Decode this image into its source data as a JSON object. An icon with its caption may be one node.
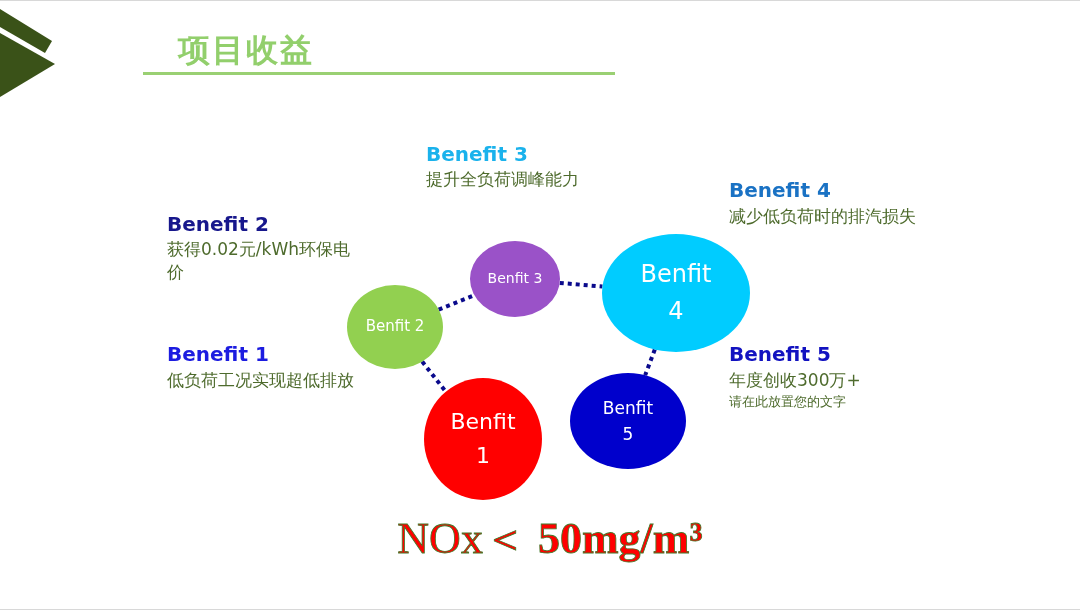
{
  "diagram": {
    "title": "项目收益",
    "nodes": [
      {
        "text": [
          "Benfit 1"
        ]
      },
      {
        "text": [
          "Benfit 2"
        ]
      },
      {
        "text": [
          "Benfit 3"
        ]
      },
      {
        "text": [
          "Benfit 4"
        ]
      },
      {
        "text": [
          "Benfit 5"
        ]
      }
    ],
    "edges": [
      {
        "from": 1,
        "to": 0,
        "arrow": "none",
        "style": "dashed"
      },
      {
        "from": 1,
        "to": 2,
        "arrow": "none",
        "style": "dashed"
      },
      {
        "from": 2,
        "to": 3,
        "arrow": "none",
        "style": "dashed"
      },
      {
        "from": 3,
        "to": 4,
        "arrow": "none",
        "style": "dashed"
      }
    ],
    "labels": [
      "Benefit 3",
      "提升全负荷调峰能力",
      "Benefit 4",
      "减少低负荷时的排汽损失",
      "Benefit 2",
      "获得0.02元/kWh环保电价",
      "Benefit 1",
      "低负荷工况实现超低排放",
      "Benefit 5",
      "年度创收300万+",
      "请在此放置您的文字",
      "NOx＜ **50mg/m³**"
    ]
  }
}
